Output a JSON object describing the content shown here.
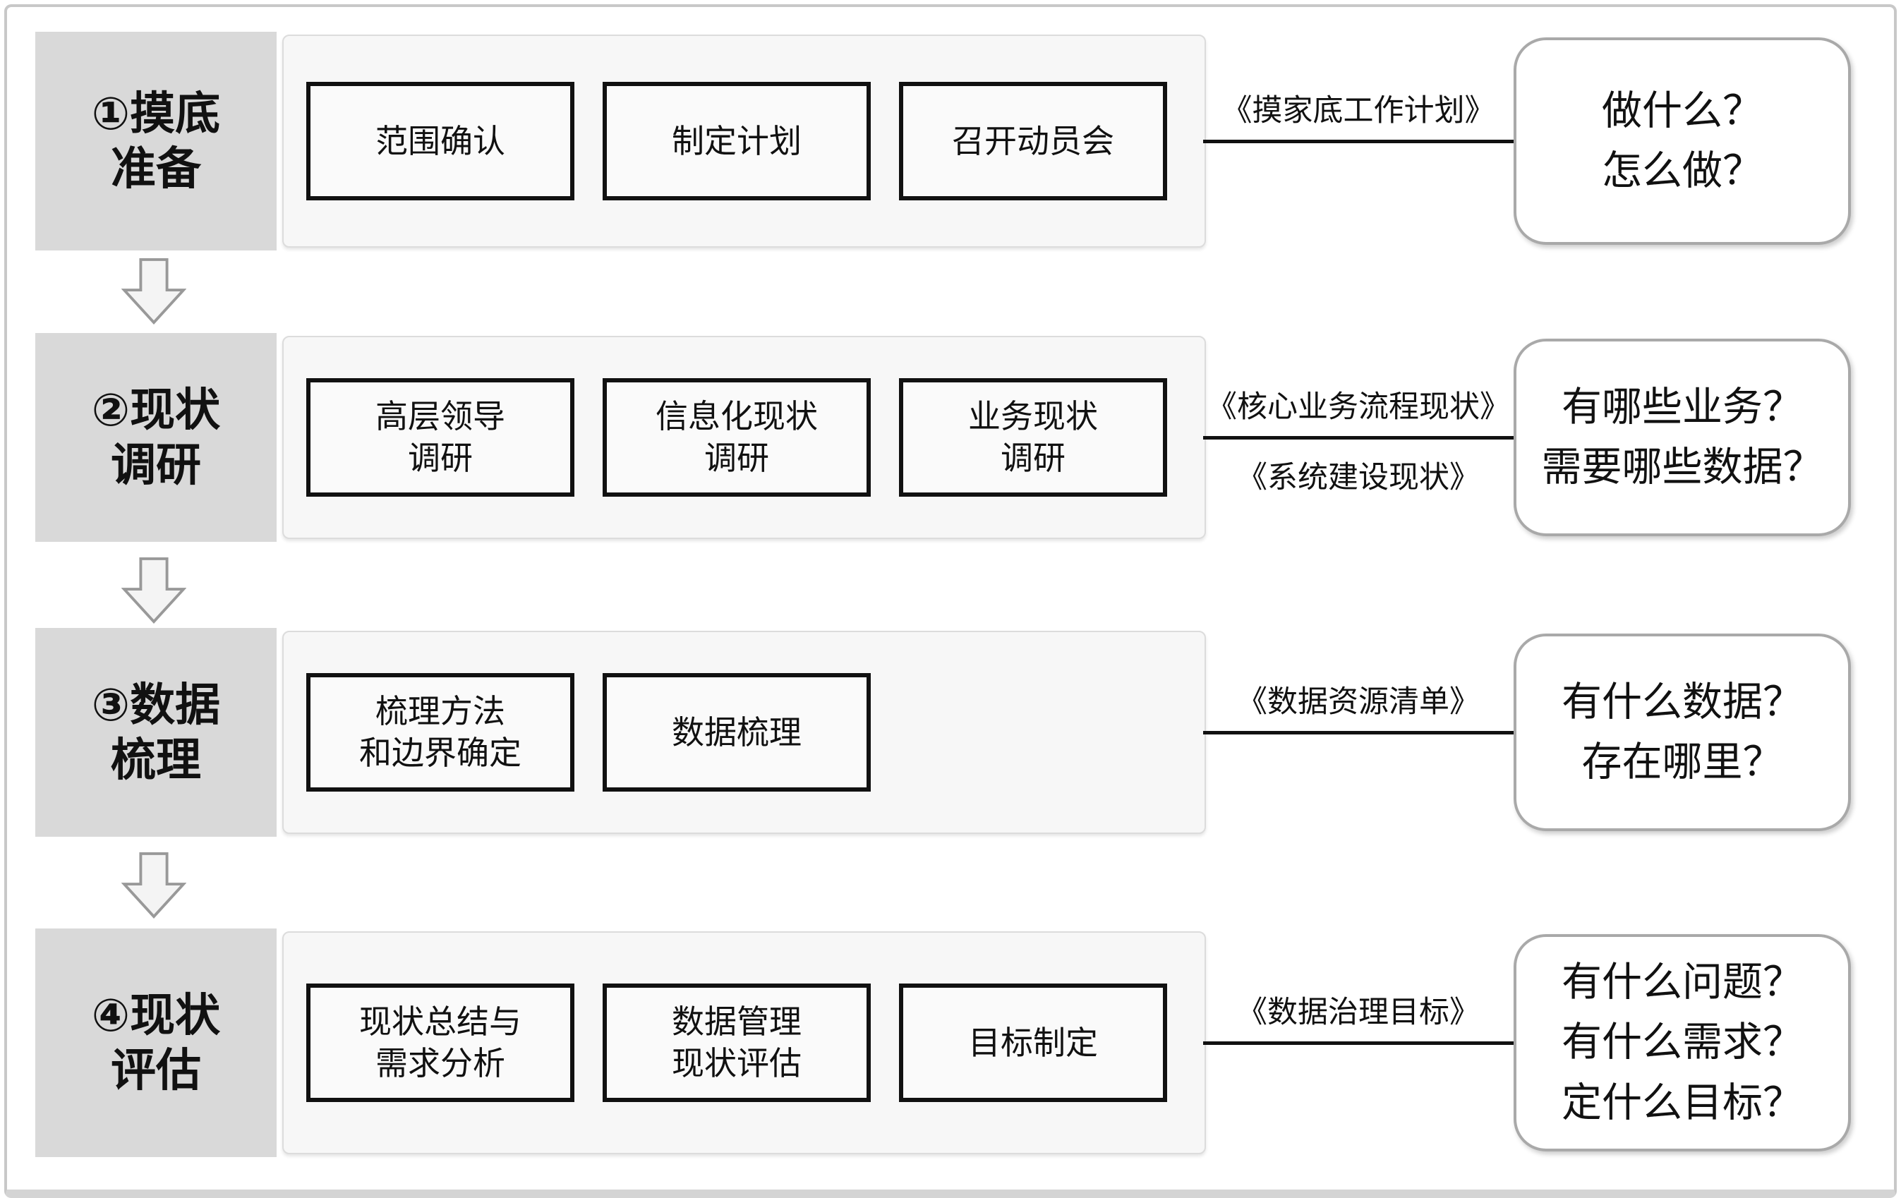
{
  "colors": {
    "frame_border": "#c8c8c8",
    "stage_label_bg": "#d9d9d9",
    "container_bg": "#f7f7f7",
    "container_border": "#dcdcdc",
    "task_bg": "#fafafa",
    "task_border": "#111111",
    "bubble_bg": "#ffffff",
    "bubble_border": "#a9a9a9",
    "connector": "#111111",
    "arrow_fill": "#f4f4f4",
    "arrow_stroke": "#999999",
    "text": "#111111"
  },
  "icons": {
    "between_stages": "down-arrow"
  },
  "stages": [
    {
      "label": "①摸底\n准备",
      "tasks": [
        "范围确认",
        "制定计划",
        "召开动员会"
      ],
      "deliverables": {
        "above": "《摸家底工作计划》",
        "below": ""
      },
      "questions": "做什么？\n怎么做？"
    },
    {
      "label": "②现状\n调研",
      "tasks": [
        "高层领导\n调研",
        "信息化现状\n调研",
        "业务现状\n调研"
      ],
      "deliverables": {
        "above": "《核心业务流程现状》",
        "below": "《系统建设现状》"
      },
      "questions": "有哪些业务？\n需要哪些数据？"
    },
    {
      "label": "③数据\n梳理",
      "tasks": [
        "梳理方法\n和边界确定",
        "数据梳理"
      ],
      "deliverables": {
        "above": "《数据资源清单》",
        "below": ""
      },
      "questions": "有什么数据？\n存在哪里？"
    },
    {
      "label": "④现状\n评估",
      "tasks": [
        "现状总结与\n需求分析",
        "数据管理\n现状评估",
        "目标制定"
      ],
      "deliverables": {
        "above": "《数据治理目标》",
        "below": ""
      },
      "questions": "有什么问题？\n有什么需求？\n定什么目标？"
    }
  ]
}
